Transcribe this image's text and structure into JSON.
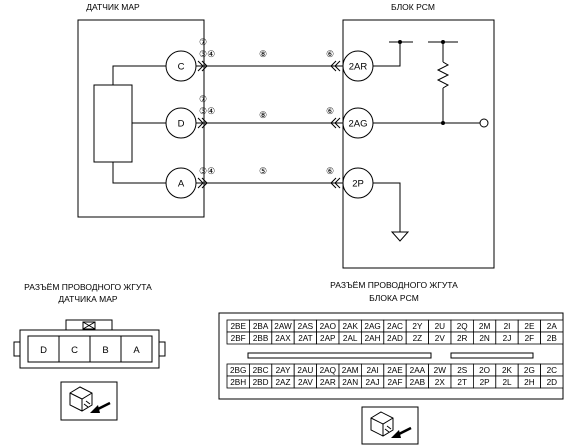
{
  "sensor": {
    "title": "ДАТЧИК MAP",
    "pins": [
      "C",
      "D",
      "A"
    ]
  },
  "pcm": {
    "title": "БЛОК PCM",
    "pins": [
      "2AR",
      "2AG",
      "2P"
    ]
  },
  "wires": [
    {
      "from": "C",
      "to": "2AR",
      "left_notes": [
        "⑦",
        "③④"
      ],
      "mid_note": "⑧",
      "right_note": "⑥"
    },
    {
      "from": "D",
      "to": "2AG",
      "left_notes": [
        "⑦",
        "③④"
      ],
      "mid_note": "⑧",
      "right_note": "⑥"
    },
    {
      "from": "A",
      "to": "2P",
      "left_notes": [
        "③④"
      ],
      "mid_note": "⑤",
      "right_note": "⑥"
    }
  ],
  "sensor_harness": {
    "caption_line1": "РАЗЪЁМ ПРОВОДНОГО ЖГУТА",
    "caption_line2": "ДАТЧИКА MAP",
    "pins": [
      "D",
      "C",
      "B",
      "A"
    ]
  },
  "pcm_harness": {
    "caption_line1": "РАЗЪЁМ ПРОВОДНОГО ЖГУТА",
    "caption_line2": "БЛОКА PCM",
    "rows": [
      [
        "2BE",
        "2BA",
        "2AW",
        "2AS",
        "2AO",
        "2AK",
        "2AG",
        "2AC",
        "2Y",
        "2U",
        "2Q",
        "2M",
        "2I",
        "2E",
        "2A"
      ],
      [
        "2BF",
        "2BB",
        "2AX",
        "2AT",
        "2AP",
        "2AL",
        "2AH",
        "2AD",
        "2Z",
        "2V",
        "2R",
        "2N",
        "2J",
        "2F",
        "2B"
      ],
      [
        "2BG",
        "2BC",
        "2AY",
        "2AU",
        "2AQ",
        "2AM",
        "2AI",
        "2AE",
        "2AA",
        "2W",
        "2S",
        "2O",
        "2K",
        "2G",
        "2C"
      ],
      [
        "2BH",
        "2BD",
        "2AZ",
        "2AV",
        "2AR",
        "2AN",
        "2AJ",
        "2AF",
        "2AB",
        "2X",
        "2T",
        "2P",
        "2L",
        "2H",
        "2D"
      ]
    ]
  }
}
